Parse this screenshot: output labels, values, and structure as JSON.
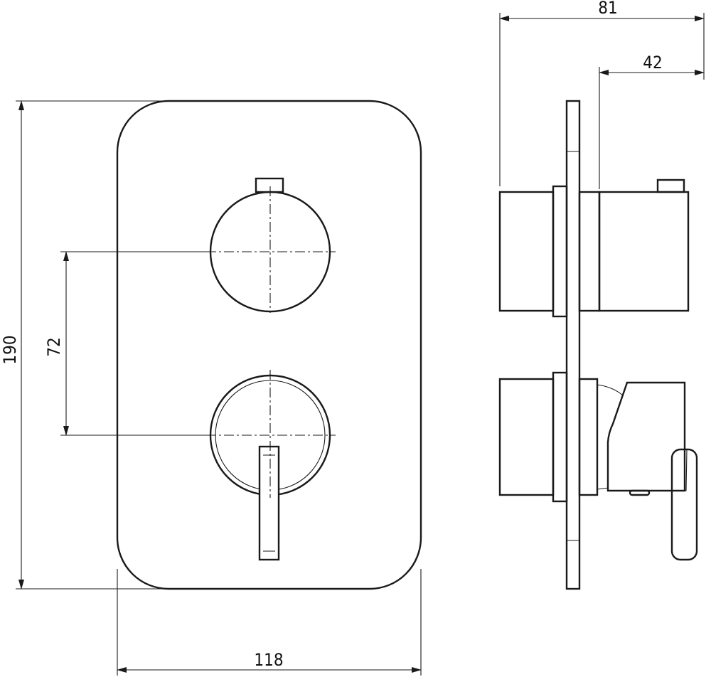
{
  "title": "Concealed thermostatic shower mixer – dimensional drawing",
  "dimensions": {
    "overall_height": "190",
    "knob_spacing": "72",
    "overall_width": "118",
    "total_depth": "81",
    "projection_depth": "42"
  },
  "colors": {
    "line": "#1a1a1a",
    "background": "#ffffff"
  }
}
